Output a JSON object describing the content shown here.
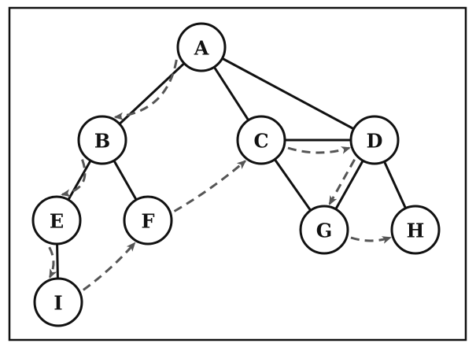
{
  "diagram": {
    "type": "graph-traversal",
    "nodes": [
      {
        "id": "A",
        "label": "A"
      },
      {
        "id": "B",
        "label": "B"
      },
      {
        "id": "C",
        "label": "C"
      },
      {
        "id": "D",
        "label": "D"
      },
      {
        "id": "E",
        "label": "E"
      },
      {
        "id": "F",
        "label": "F"
      },
      {
        "id": "G",
        "label": "G"
      },
      {
        "id": "H",
        "label": "H"
      },
      {
        "id": "I",
        "label": "I"
      }
    ],
    "edges": [
      [
        "A",
        "B"
      ],
      [
        "A",
        "C"
      ],
      [
        "A",
        "D"
      ],
      [
        "B",
        "E"
      ],
      [
        "B",
        "F"
      ],
      [
        "C",
        "D"
      ],
      [
        "C",
        "G"
      ],
      [
        "D",
        "G"
      ],
      [
        "D",
        "H"
      ],
      [
        "E",
        "I"
      ]
    ],
    "traversal": [
      [
        "A",
        "B"
      ],
      [
        "B",
        "E"
      ],
      [
        "E",
        "I"
      ],
      [
        "I",
        "F"
      ],
      [
        "F",
        "C"
      ],
      [
        "C",
        "D"
      ],
      [
        "D",
        "G"
      ],
      [
        "G",
        "H"
      ]
    ],
    "colors": {
      "edge": "#111111",
      "traversal": "#555555",
      "node_fill": "#ffffff"
    }
  }
}
